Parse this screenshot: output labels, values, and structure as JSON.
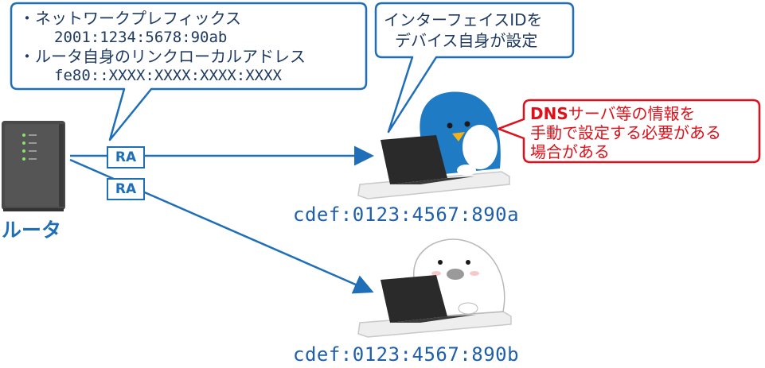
{
  "router": {
    "label": "ルータ"
  },
  "ra_labels": [
    "RA",
    "RA"
  ],
  "prefix_bubble": {
    "line1": "・ネットワークプレフィックス",
    "line2": "2001:1234:5678:90ab",
    "line3": "・ルータ自身のリンクローカルアドレス",
    "line4": "fe80::XXXX:XXXX:XXXX:XXXX"
  },
  "device_bubble": {
    "line1": "インターフェイスIDを",
    "line2": "デバイス自身が設定"
  },
  "dns_bubble": {
    "line1_bold": "DNS",
    "line1_rest": "サーバ等の情報を",
    "line2": "手動で設定する必要がある",
    "line3": "場合がある"
  },
  "hosts": [
    {
      "address": "cdef:0123:4567:890a",
      "character": "penguin"
    },
    {
      "address": "cdef:0123:4567:890b",
      "character": "seal"
    }
  ],
  "colors": {
    "line_blue": "#1f6fb8",
    "text_blue": "#1f5fa8",
    "alert_red": "#e0101a",
    "router_body": "#4a4a4a",
    "penguin": "#1e7bc4"
  }
}
